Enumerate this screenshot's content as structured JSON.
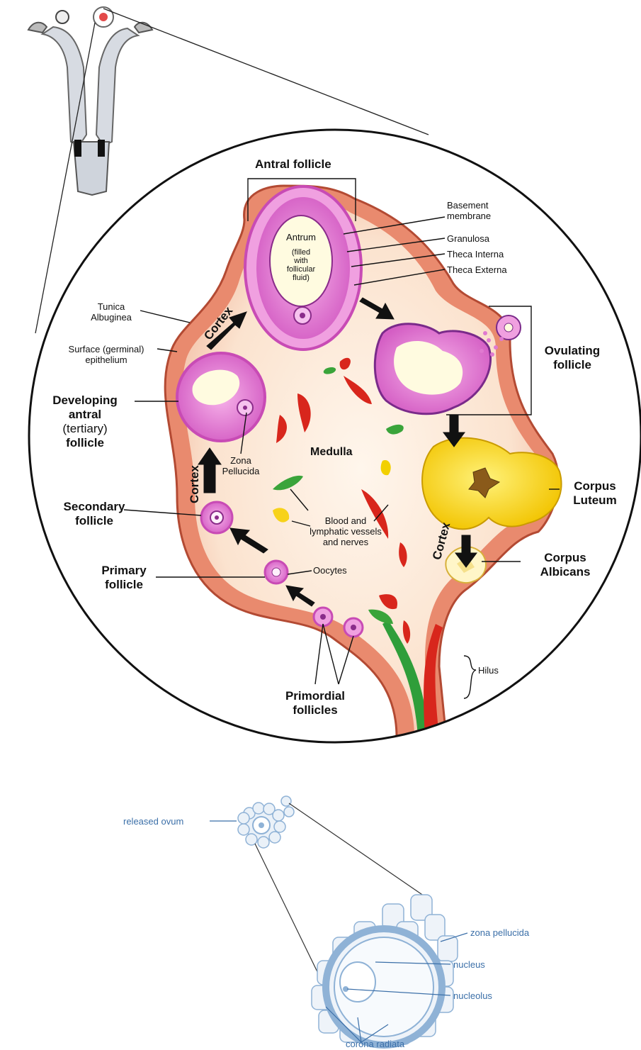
{
  "top_diagram": {
    "antral_follicle": "Antral follicle",
    "basement_membrane": [
      "Basement",
      "membrane"
    ],
    "granulosa": "Granulosa",
    "theca_interna": "Theca Interna",
    "theca_externa": "Theca Externa",
    "antrum": "Antrum",
    "antrum_fluid": [
      "(filled",
      "with",
      "follicular",
      "fluid)"
    ],
    "tunica_albuginea": [
      "Tunica",
      "Albuginea"
    ],
    "surface_epithelium": [
      "Surface (germinal)",
      "epithelium"
    ],
    "cortex": "Cortex",
    "developing_antral": [
      "Developing",
      "antral",
      "(tertiary)",
      "follicle"
    ],
    "ovulating_follicle": [
      "Ovulating",
      "follicle"
    ],
    "zona_pellucida": [
      "Zona",
      "Pellucida"
    ],
    "medulla": "Medulla",
    "corpus_luteum": [
      "Corpus",
      "Luteum"
    ],
    "secondary_follicle": [
      "Secondary",
      "follicle"
    ],
    "blood_vessels": [
      "Blood and",
      "lymphatic vessels",
      "and nerves"
    ],
    "corpus_albicans": [
      "Corpus",
      "Albicans"
    ],
    "primary_follicle": [
      "Primary",
      "follicle"
    ],
    "oocytes": "Oocytes",
    "hilus": "Hilus",
    "primordial_follicles": [
      "Primordial",
      "follicles"
    ]
  },
  "bottom_diagram": {
    "released_ovum": "released ovum",
    "zona_pellucida": "zona pellucida",
    "nucleus": "nucleus",
    "nucleolus": "nucleolus",
    "corona_radiata": "corona radiata"
  },
  "colors": {
    "tissue_outer": "#e98a6e",
    "tissue_inner": "#fbe3cf",
    "follicle_pink": "#e07ad0",
    "corpus_luteum": "#f7d21a",
    "vessel_red": "#d8261c",
    "vessel_green": "#3aa43a",
    "ovum_blue": "#8fb2d6"
  }
}
